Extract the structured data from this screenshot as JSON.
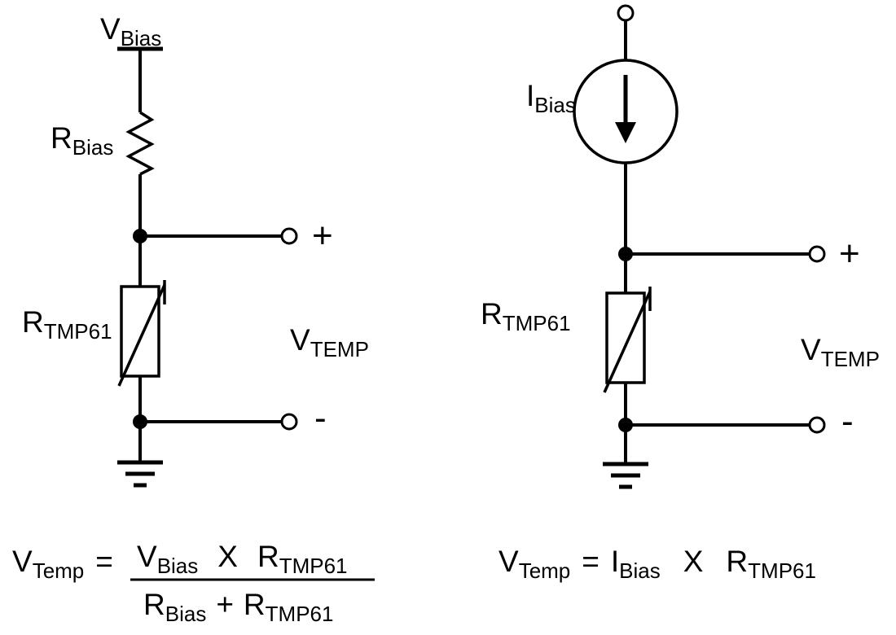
{
  "left_circuit": {
    "supply_label": {
      "main": "V",
      "sub": "Bias"
    },
    "resistor_label": {
      "main": "R",
      "sub": "Bias"
    },
    "thermistor_label": {
      "main": "R",
      "sub": "TMP61"
    },
    "output_label": {
      "main": "V",
      "sub": "TEMP"
    },
    "plus_sign": "+",
    "minus_sign": "-",
    "formula": {
      "result": {
        "main": "V",
        "sub": "Temp"
      },
      "equals": "=",
      "numerator": {
        "v": {
          "main": "V",
          "sub": "Bias"
        },
        "times": "X",
        "r": {
          "main": "R",
          "sub": "TMP61"
        }
      },
      "denominator": {
        "r1": {
          "main": "R",
          "sub": "Bias"
        },
        "plus": "+",
        "r2": {
          "main": "R",
          "sub": "TMP61"
        }
      }
    }
  },
  "right_circuit": {
    "source_label": {
      "main": "I",
      "sub": "Bias"
    },
    "thermistor_label": {
      "main": "R",
      "sub": "TMP61"
    },
    "output_label": {
      "main": "V",
      "sub": "TEMP"
    },
    "plus_sign": "+",
    "minus_sign": "-",
    "formula": {
      "result": {
        "main": "V",
        "sub": "Temp"
      },
      "equals": "=",
      "i": {
        "main": "I",
        "sub": "Bias"
      },
      "times": "X",
      "r": {
        "main": "R",
        "sub": "TMP61"
      }
    }
  },
  "colors": {
    "line": "#000000",
    "background": "#ffffff"
  }
}
